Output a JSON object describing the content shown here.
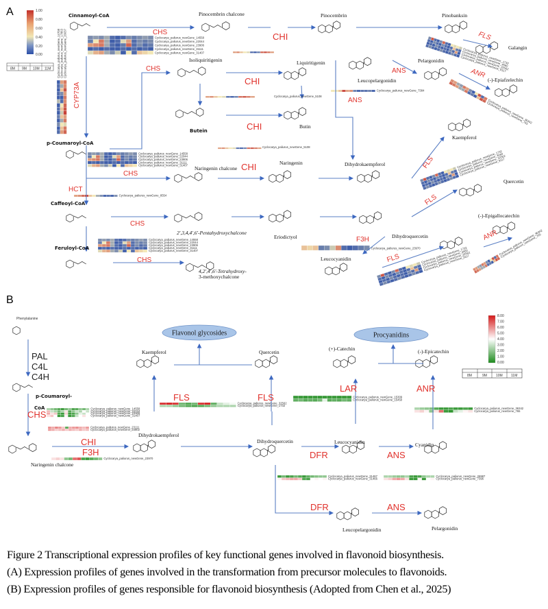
{
  "panel_a": {
    "label": "A",
    "colorbar": {
      "ticks": [
        "1.00",
        "0.80",
        "0.60",
        "0.40",
        "0.20",
        "0.00"
      ],
      "low_color": "#2b4fa8",
      "mid_color": "#f2e7b5",
      "high_color": "#c3302a"
    },
    "stages": [
      "8M",
      "9M",
      "10M",
      "11M"
    ],
    "compounds": {
      "cinnamoyl_coa": "Cinnamoyl-CoA",
      "pinocembrin_chalcone": "Pinocembrin chalcone",
      "pinocembrin": "Pinocembrin",
      "pinobanksin": "Pinobanksin",
      "galangin": "Galangin",
      "isoliquiritigenin": "Isoliquiritigenin",
      "liquiritigenin": "Liquiritigenin",
      "butein": "Butein",
      "butin": "Butin",
      "leucopelargonidin": "Leucopelargonidin",
      "pelargonidin": "Pelargonidin",
      "epiafzelechin": "(-)-Epiafzelechin",
      "p_coumaroyl_coa": "p-Coumaroyl-CoA",
      "naringenin_chalcone": "Naringenin chalcone",
      "naringenin": "Naringenin",
      "dihydrokaempferol": "Dihydrokaempferol",
      "kaempferol": "Kaempferol",
      "quercetin": "Quercetin",
      "caffeoyl_coa": "Caffeoyl-CoA",
      "pentahydroxychalcone": "2',3,4,4',6'-Pentahydroxychalcone",
      "eriodictyol": "Eriodictyol",
      "dihydroquercetin": "Dihydroquercetin",
      "epigallocatechin": "(-)-Epigallocatechin",
      "leucocyanidin": "Leucocyanidin",
      "feruloyl_coa": "Feruloyl-CoA",
      "tetrahydroxy_1": "4,2',4',6'-Tetrahydroxy-",
      "tetrahydroxy_2": "3-methoxychalcone"
    },
    "enzymes": {
      "chs": "CHS",
      "chi": "CHI",
      "cyp73a": "CYP73A",
      "hct": "HCT",
      "fls": "FLS",
      "ans": "ANS",
      "anr": "ANR",
      "f3h": "F3H"
    },
    "heatmaps": {
      "chs": {
        "genes": [
          "Cyclocarya_paliurus_newGene_14558",
          "Cyclocarya_paliurus_newGene_22044",
          "Cyclocarya_paliurus_newGene_23906",
          "Cyclocarya_paliurus_newGene_31111",
          "Cyclocarya_paliurus_newGene_31407"
        ],
        "values": [
          [
            0.2,
            0.25,
            0.2,
            0.3,
            0.1,
            0.05,
            0.1,
            0.2,
            0.15,
            0.2,
            0.25,
            0.2
          ],
          [
            0.15,
            0.5,
            0.8,
            0.3,
            0.05,
            0.1,
            0.45,
            0.7,
            0.1,
            0.2,
            0.15,
            0.2
          ],
          [
            0.7,
            0.75,
            0.8,
            0.3,
            0.1,
            0.05,
            0.15,
            0.85,
            0.1,
            0.2,
            0.1,
            0.15
          ],
          [
            0.05,
            0.1,
            0.05,
            0.1,
            0.05,
            0.05,
            0.1,
            0.05,
            0.1,
            0.05,
            0.1,
            0.05
          ],
          [
            0.45,
            0.65,
            0.7,
            0.3,
            0.2,
            0.4,
            0.05,
            0.5,
            0.1,
            0.6,
            0.55,
            0.5
          ]
        ]
      },
      "cyp73a": {
        "genes": [
          "Cyclocarya_paliurus_newGene_14708",
          "Cyclocarya_paliurus_newGene_17863",
          "Cyclocarya_paliurus_newGene_20037"
        ],
        "values": [
          [
            0.05,
            0.7,
            0.8
          ],
          [
            0.1,
            0.3,
            0.75
          ],
          [
            0.05,
            0.6,
            0.9
          ],
          [
            0.1,
            0.2,
            0.7
          ],
          [
            0.05,
            0.05,
            0.8
          ],
          [
            0.35,
            0.1,
            0.75
          ],
          [
            0.05,
            0.5,
            0.85
          ],
          [
            0.1,
            0.6,
            0.9
          ],
          [
            0.05,
            0.4,
            0.95
          ],
          [
            0.15,
            0.6,
            0.7
          ],
          [
            0.05,
            0.3,
            0.8
          ],
          [
            0.2,
            0.5,
            0.45
          ],
          [
            0.05,
            0.6,
            0.8
          ],
          [
            0.1,
            0.7,
            0.85
          ]
        ]
      },
      "chi_5108": {
        "genes": [
          "Cyclocarya_paliurus_newGene_5108"
        ],
        "values": [
          [
            0.7,
            0.75,
            0.6,
            0.5,
            0.45,
            0.1,
            0.05,
            0.15,
            0.85,
            0.9,
            0.8,
            0.7
          ]
        ]
      },
      "ans_7384": {
        "genes": [
          "Cyclocarya_paliurus_newGene_7384"
        ],
        "values": [
          [
            0.5,
            0.5,
            0.6,
            0.95,
            0.7,
            0.75,
            0.15,
            0.05,
            0.1,
            0.1,
            0.15,
            0.05
          ]
        ]
      },
      "hct_8554": {
        "genes": [
          "Cyclocarya_paliurus_newGene_8554"
        ],
        "values": [
          [
            0.7,
            0.75,
            0.85,
            0.95,
            0.6,
            0.5,
            0.3,
            0.2,
            0.05,
            0.1,
            0.05,
            0.2
          ]
        ]
      },
      "f3h_23970": {
        "genes": [
          "Cyclocarya_paliurus_newGene_23970"
        ],
        "values": [
          [
            0.6,
            0.55,
            0.6,
            0.15,
            0.2,
            0.4,
            0.75,
            0.1,
            0.05,
            0.1,
            0.15,
            0.2
          ]
        ]
      },
      "fls_top": {
        "genes": [
          "Cyclocarya_paliurus_newGene_1732",
          "Cyclocarya_paliurus_newGene_4060",
          "Cyclocarya_paliurus_newGene_32562",
          "Cyclocarya_paliurus_newGene_9117"
        ],
        "values": [
          [
            0.2,
            0.9,
            0.1,
            0.05,
            0.2,
            0.85,
            0.1,
            0.05,
            0.5,
            0.45,
            0.5,
            0.4
          ],
          [
            0.1,
            0.05,
            0.2,
            0.1,
            0.05,
            0.2,
            0.1,
            0.05,
            0.1,
            0.6,
            0.15,
            0.1
          ],
          [
            0.05,
            0.1,
            0.05,
            0.2,
            0.1,
            0.05,
            0.1,
            0.05,
            0.2,
            0.1,
            0.7,
            0.05
          ],
          [
            0.1,
            0.2,
            0.1,
            0.05,
            0.1,
            0.2,
            0.1,
            0.05,
            0.1,
            0.2,
            0.1,
            0.05
          ]
        ]
      },
      "anr_top": {
        "genes": [
          "Cyclocarya_paliurus_newGene_36342",
          "Cyclocarya_paliurus_newGene_765"
        ],
        "values": [
          [
            0.75,
            0.7,
            0.3,
            0.25,
            0.8,
            0.7,
            0.2,
            0.05,
            0.5,
            0.9,
            0.1,
            0.8
          ],
          [
            0.85,
            0.8,
            0.7,
            0.3,
            0.3,
            0.8,
            0.1,
            0.15,
            0.05,
            0.6,
            0.9,
            0.85
          ]
        ]
      }
    },
    "dup_genes": [
      "Cyclocarya_paliurus_newGene_5108",
      "Cyclocarya_paliurus_newGene_5108"
    ]
  },
  "panel_b": {
    "label": "B",
    "colorbar": {
      "ticks": [
        "8.00",
        "7.00",
        "6.00",
        "5.00",
        "4.00",
        "3.00",
        "2.00",
        "1.00",
        "0.00"
      ],
      "low_color": "#1e8c1e",
      "mid_color": "#ffffff",
      "high_color": "#d41919"
    },
    "stages": [
      "8M",
      "9M",
      "10M",
      "11M"
    ],
    "products": {
      "flavonol_glycosides": "Flavonol glycosides",
      "procyanidins": "Procyanidins"
    },
    "precursor_enzymes": [
      "PAL",
      "C4L",
      "C4H"
    ],
    "compounds": {
      "phenylalanine": "Phenylalanine",
      "p_coumaroyl_1": "p-Coumaroyl-",
      "p_coumaroyl_2": "CoA",
      "naringenin_chalcone": "Naringenin chalcone",
      "dihydrokaempferol": "Dihydrokaempferol",
      "kaempferol": "Kaempferol",
      "quercetin": "Quercetin",
      "dihydroquercetin": "Dihydroquercetin",
      "catechin": "(+)-Catechin",
      "epicatechin": "(-)-Epicatechin",
      "leucocyanidin": "Leucocyanidin",
      "cyanidin": "Cyanidin",
      "leucopelargonidin": "Leucopelargonidin",
      "pelargonidin": "Pelargonidin"
    },
    "enzymes": {
      "chs": "CHS",
      "chi": "CHI",
      "f3h": "F3H",
      "fls": "FLS",
      "lar": "LAR",
      "anr": "ANR",
      "dfr": "DFR",
      "ans": "ANS"
    },
    "heatmaps": {
      "chs1": {
        "genes": [
          "Cyclocarya_paliurus_newGene_14558",
          "Cyclocarya_paliurus_newGene_22044",
          "Cyclocarya_paliurus_newGene_23906",
          "Cyclocarya_paliurus_newGene_31407"
        ],
        "values": [
          [
            2.5,
            2.0,
            1.5,
            1.0,
            0.5,
            1.5,
            2.0,
            0.8,
            1.0,
            2.0,
            1.5,
            2.5
          ],
          [
            5.2,
            3.0,
            2.5,
            1.5,
            2.5,
            4.5,
            1.0,
            2.0,
            3.0,
            2.5,
            4.0,
            3.0
          ],
          [
            5.5,
            4.5,
            5.0,
            1.0,
            0.5,
            4.8,
            0.5,
            0.8,
            2.0,
            3.5,
            3.0,
            4.0
          ],
          [
            4.5,
            5.0,
            4.0,
            0.5,
            0.8,
            4.2,
            0.5,
            1.0,
            3.0,
            4.0,
            4.5,
            4.0
          ]
        ]
      },
      "chs2": {
        "genes": [
          "Cyclocarya_paliurus_newGene_23111",
          "Cyclocarya_paliurus_newGene_34902"
        ],
        "values": [
          [
            6.0,
            5.5,
            6.2,
            5.8,
            5.0,
            1.0,
            5.5,
            5.8,
            6.0,
            5.5,
            5.2,
            5.8
          ],
          [
            5.8,
            5.5,
            5.0,
            5.2,
            5.5,
            5.0,
            5.5,
            5.2,
            5.0,
            5.5,
            5.0,
            5.2
          ]
        ]
      },
      "f3h": {
        "genes": [
          "Cyclocarya_paliurus_newGene_23970"
        ],
        "values": [
          [
            4.5,
            4.8,
            4.5,
            2.0,
            1.5,
            6.5,
            7.0,
            0.8,
            0.5,
            1.0,
            1.5,
            2.0
          ]
        ]
      },
      "fls": {
        "genes": [
          "Cyclocarya_paliurus_newGene_32562",
          "Cyclocarya_paliurus_newGene_1732"
        ],
        "values": [
          [
            7.5,
            7.8,
            7.5,
            1.5,
            1.0,
            1.5,
            7.5,
            7.8,
            1.2,
            3.0,
            3.5,
            3.8
          ],
          [
            2.5,
            2.5,
            2.0,
            1.5,
            1.0,
            0.8,
            1.0,
            1.5,
            2.0,
            2.5,
            2.5,
            2.5
          ]
        ]
      },
      "lar": {
        "genes": [
          "Cyclocarya_paliurus_newGene_15309",
          "Cyclocarya_paliurus_newGene_15450"
        ],
        "values": [
          [
            0.5,
            0.5,
            0.4,
            0.5,
            0.5,
            0.4,
            0.5,
            0.5,
            0.5,
            0.4,
            0.5,
            0.5
          ],
          [
            1.2,
            1.5,
            1.0,
            1.2,
            1.0,
            1.5,
            3.5,
            1.0,
            1.2,
            1.0,
            1.5,
            1.2
          ]
        ]
      },
      "anr": {
        "genes": [
          "Cyclocarya_paliurus_newGene_36342",
          "Cyclocarya_paliurus_newGene_765"
        ],
        "values": [
          [
            2.5,
            2.2,
            2.0,
            1.8,
            1.0,
            0.5,
            0.5,
            0.8,
            0.5,
            0.5,
            0.8,
            0.5
          ],
          [
            4.5,
            4.8,
            4.2,
            2.0,
            4.5,
            6.5,
            0.5,
            0.3,
            3.0,
            3.5,
            4.2,
            4.5
          ]
        ]
      },
      "dfr": {
        "genes": [
          "Cyclocarya_paliurus_newGene_31467",
          "Cyclocarya_paliurus_newGene_31466"
        ],
        "values": [
          [
            0.5,
            1.5,
            0.5,
            0.8,
            1.5,
            1.0,
            0.5,
            1.2,
            1.5,
            1.8,
            2.0,
            2.0
          ],
          [
            4.2,
            5.0,
            5.2,
            5.5,
            5.5,
            5.0,
            1.0,
            0.8,
            4.0,
            4.2,
            4.0,
            4.2
          ]
        ]
      },
      "ans": {
        "genes": [
          "Cyclocarya_paliurus_newGene_26987",
          "Cyclocarya_paliurus_newGene_7396"
        ],
        "values": [
          [
            2.5,
            2.5,
            2.2,
            2.0,
            2.0,
            2.5,
            0.8,
            0.5,
            0.8,
            2.0,
            2.5,
            2.5
          ],
          [
            4.5,
            4.8,
            5.5,
            5.8,
            5.5,
            4.5,
            0.5,
            0.5,
            4.2,
            0.5,
            4.0,
            4.2
          ]
        ]
      }
    }
  },
  "caption": [
    "Figure 2 Transcriptional expression profiles of key functional genes involved in flavonoid biosynthesis.",
    "(A) Expression profiles of genes involved in the transformation from precursor molecules to flavonoids.",
    "(B) Expression profiles of genes responsible for flavonoid biosynthesis (Adopted from Chen et al., 2025)"
  ]
}
